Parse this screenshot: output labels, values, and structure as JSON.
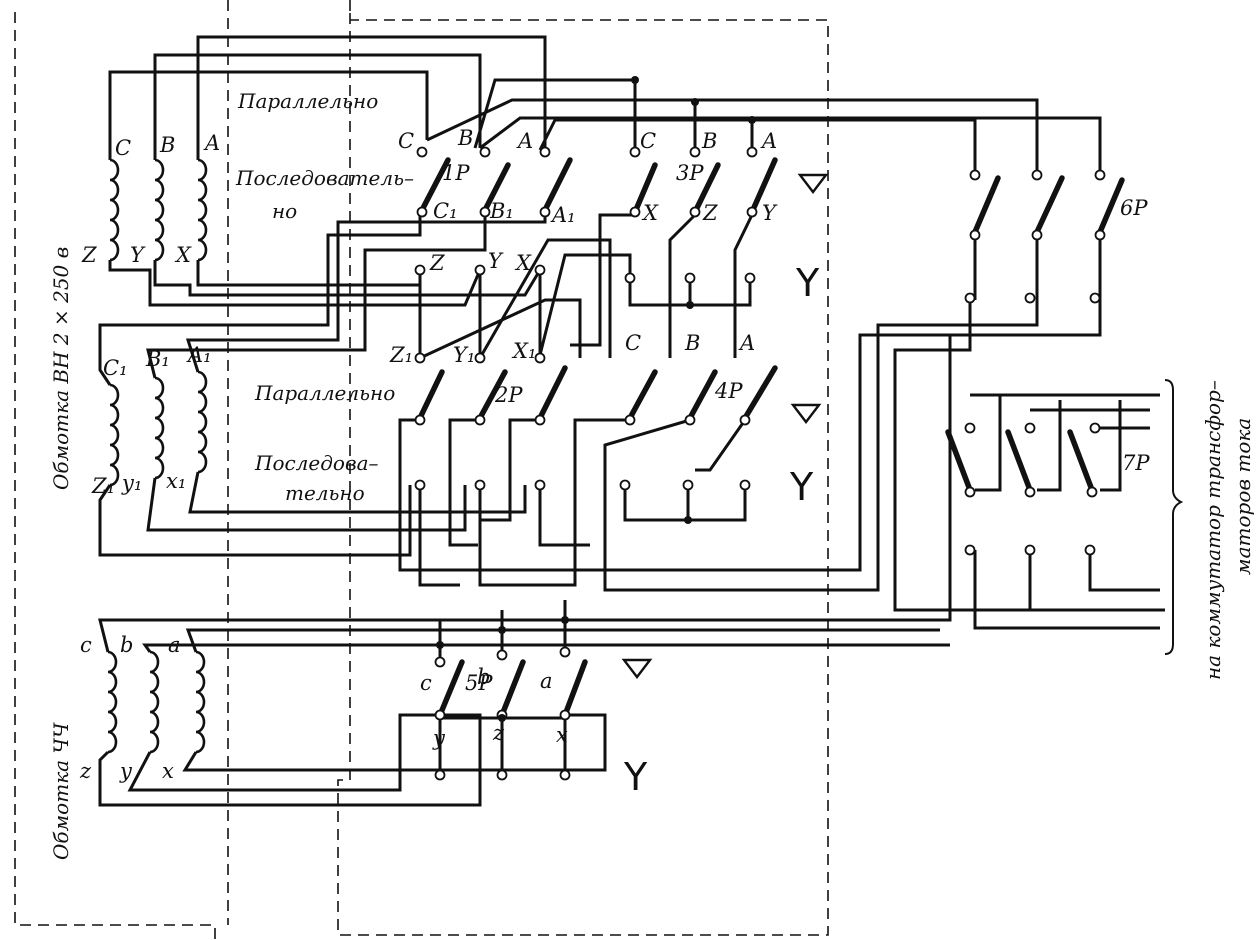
{
  "texts": {
    "winding_hv": "Обмотка  ВН   2 × 250 в",
    "winding_lv": "Обмотка  ЧЧ",
    "to_commutator": "на коммутатор трансфор–",
    "to_commutator2": "маторов тока",
    "parallel_top": "Параллельно",
    "series_top_1": "Последователь–",
    "series_top_2": "но",
    "parallel_bottom": "Параллельно",
    "series_bottom_1": "Последова–",
    "series_bottom_2": "тельно",
    "delta": "▽",
    "star": "Y"
  },
  "switches": {
    "p1": "1P",
    "p2": "2P",
    "p3": "3P",
    "p4": "4P",
    "p5": "5P",
    "p6": "6P",
    "p7": "7P"
  },
  "coils_hv1": {
    "top": [
      "C",
      "B",
      "A"
    ],
    "bottom": [
      "Z",
      "Y",
      "X"
    ]
  },
  "coils_hv2": {
    "top": [
      "C₁",
      "B₁",
      "A₁"
    ],
    "bottom": [
      "Z₁",
      "y₁",
      "x₁"
    ]
  },
  "coils_lv": {
    "top": [
      "c",
      "b",
      "a"
    ],
    "bottom": [
      "z",
      "y",
      "x"
    ]
  },
  "terminals": {
    "sw1_top": [
      "C",
      "B",
      "A"
    ],
    "sw1_mid": [
      "C₁",
      "B₁",
      "A₁"
    ],
    "sw1_bot": [
      "Z",
      "Y",
      "X"
    ],
    "sw2_top": [
      "Z₁",
      "Y₁",
      "X₁"
    ],
    "sw3_top": [
      "C",
      "B",
      "A"
    ],
    "sw3_mid": [
      "X",
      "Z",
      "Y"
    ],
    "sw4_top": [
      "C",
      "B",
      "A"
    ],
    "sw5_top": [
      "c",
      "b",
      "a"
    ],
    "sw5_mid": [
      "y",
      "z",
      "x"
    ]
  }
}
